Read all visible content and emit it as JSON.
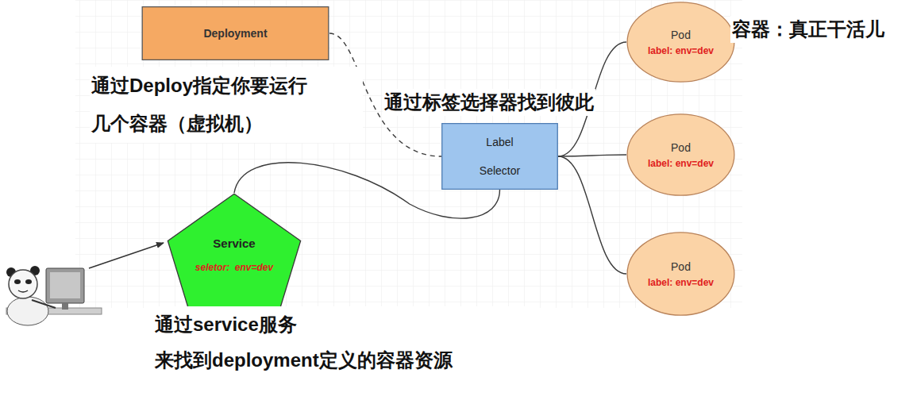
{
  "diagram": {
    "nodes": [
      {
        "text": [
          "Deployment"
        ]
      },
      {
        "text": [
          "Label Selector"
        ]
      },
      {
        "text": [
          "Service",
          "seletor:  env=dev"
        ]
      },
      {
        "text": [
          "Pod",
          "label: env=dev"
        ]
      },
      {
        "text": [
          "Pod",
          "label: env=dev"
        ]
      },
      {
        "text": [
          "Pod",
          "label: env=dev"
        ]
      }
    ],
    "edges": [
      {
        "from": 0,
        "to": 1,
        "arrow": "none"
      },
      {
        "from": 2,
        "to": 1,
        "arrow": "none"
      },
      {
        "from": 1,
        "to": 3,
        "arrow": "none"
      },
      {
        "from": 1,
        "to": 4,
        "arrow": "none"
      },
      {
        "from": 1,
        "to": 5,
        "arrow": "none"
      }
    ],
    "labels": [
      "通过Deploy指定你要运行 几个容器（虚拟机）",
      "通过标签选择器找到彼此",
      "容器：真正干活儿",
      "通过service服务 来找到deployment定义的容器资源"
    ]
  }
}
